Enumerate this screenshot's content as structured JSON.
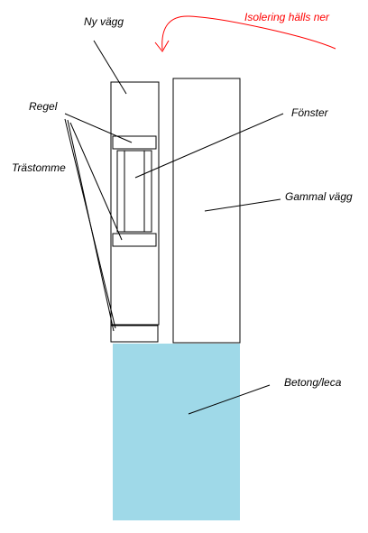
{
  "labels": {
    "ny_vagg": "Ny vägg",
    "isolering": "Isolering hälls ner",
    "regel": "Regel",
    "fonster": "Fönster",
    "trastomme": "Trästomme",
    "gammal_vagg": "Gammal vägg",
    "betong": "Betong/leca"
  },
  "colors": {
    "outline": "#000000",
    "annotation_red": "#ff0000",
    "concrete_fill": "#9fd9e8",
    "background": "#ffffff"
  }
}
